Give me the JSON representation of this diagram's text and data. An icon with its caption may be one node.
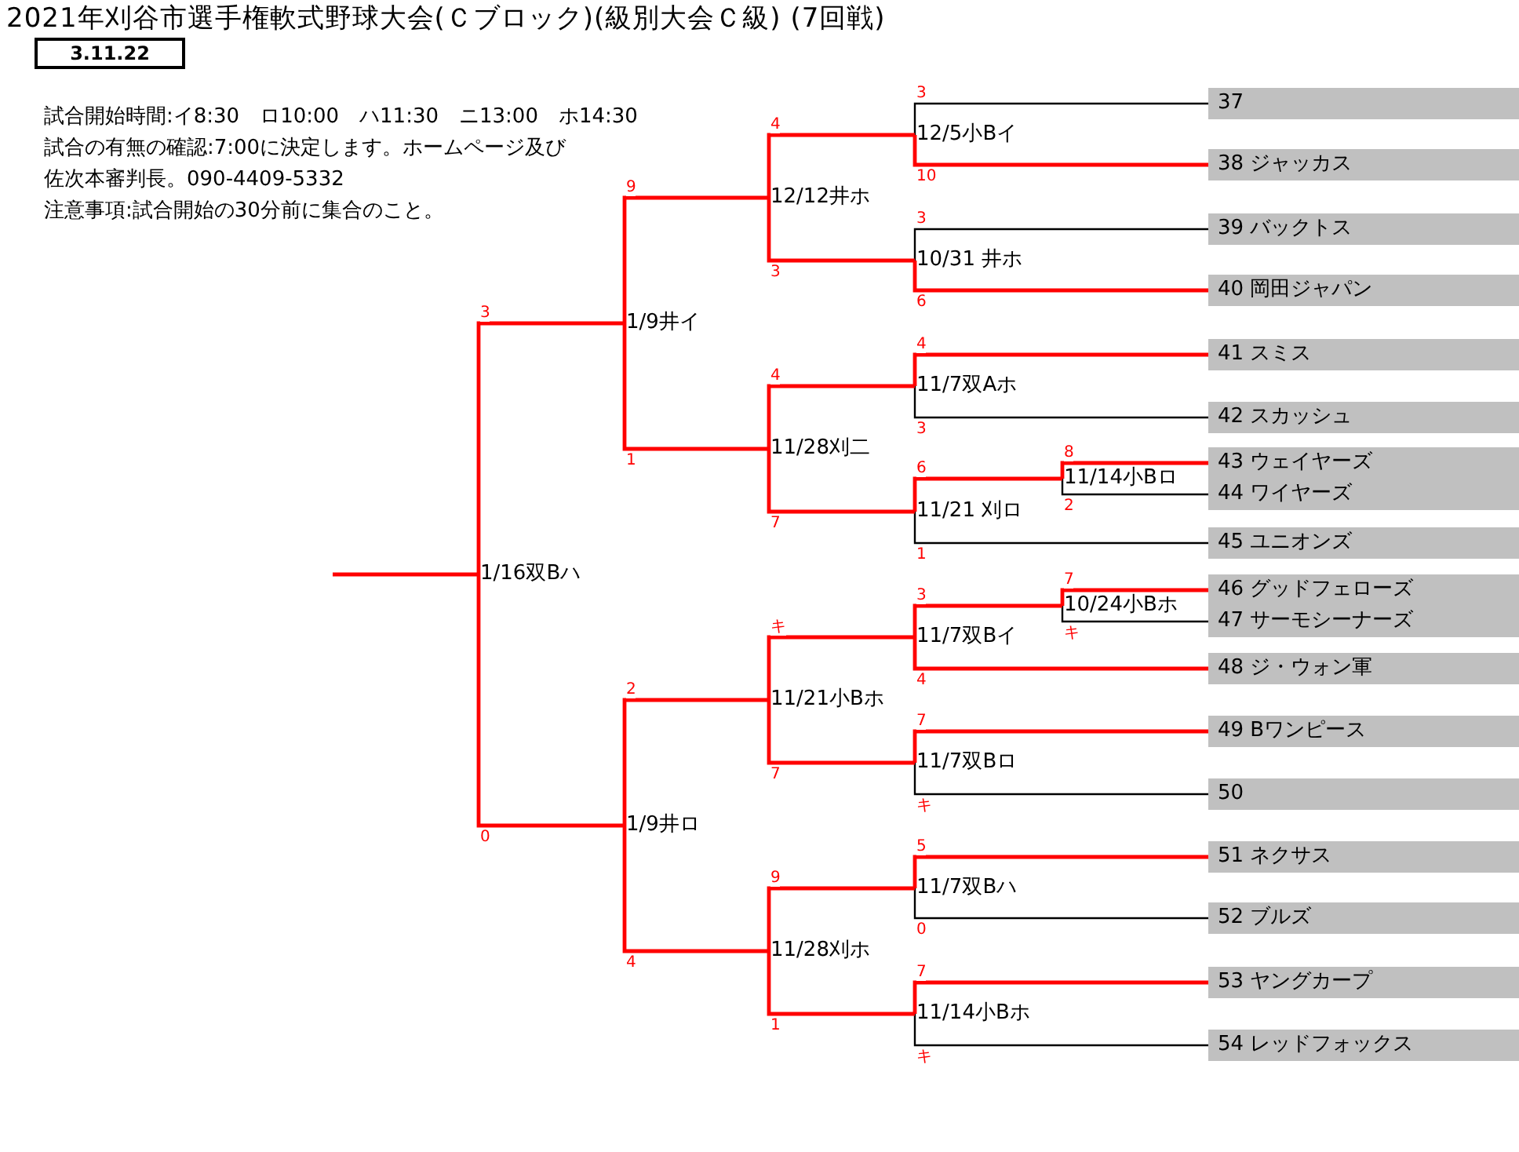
{
  "diagram": {
    "title": "2021年刈谷市選手権軟式野球大会(Ｃブロック)(級別大会Ｃ級) (7回戦)",
    "nodes": [
      {
        "text": [
          "3.11.22"
        ]
      },
      {
        "text": [
          "37"
        ]
      },
      {
        "text": [
          "38 ジャッカス"
        ]
      },
      {
        "text": [
          "39 バックトス"
        ]
      },
      {
        "text": [
          "40 岡田ジャパン"
        ]
      },
      {
        "text": [
          "41 スミス"
        ]
      },
      {
        "text": [
          "42 スカッシュ"
        ]
      },
      {
        "text": [
          "43 ウェイヤーズ"
        ]
      },
      {
        "text": [
          "44 ワイヤーズ"
        ]
      },
      {
        "text": [
          "45 ユニオンズ"
        ]
      },
      {
        "text": [
          "46 グッドフェローズ"
        ]
      },
      {
        "text": [
          "47 サーモシーナーズ"
        ]
      },
      {
        "text": [
          "48 ジ・ウォン軍"
        ]
      },
      {
        "text": [
          "49 Bワンピース"
        ]
      },
      {
        "text": [
          "50"
        ]
      },
      {
        "text": [
          "51 ネクサス"
        ]
      },
      {
        "text": [
          "52 ブルズ"
        ]
      },
      {
        "text": [
          "53 ヤングカープ"
        ]
      },
      {
        "text": [
          "54 レッドフォックス"
        ]
      },
      {
        "text": [
          "12/5小Bイ"
        ]
      },
      {
        "text": [
          "10/31 井ホ"
        ]
      },
      {
        "text": [
          "11/7双Aホ"
        ]
      },
      {
        "text": [
          "11/14小Bロ"
        ]
      },
      {
        "text": [
          "11/21 刈ロ"
        ]
      },
      {
        "text": [
          "10/24小Bホ"
        ]
      },
      {
        "text": [
          "11/7双Bイ"
        ]
      },
      {
        "text": [
          "11/7双Bロ"
        ]
      },
      {
        "text": [
          "11/7双Bハ"
        ]
      },
      {
        "text": [
          "11/14小Bホ"
        ]
      },
      {
        "text": [
          "12/12井ホ"
        ]
      },
      {
        "text": [
          "11/28刈二"
        ]
      },
      {
        "text": [
          "11/21小Bホ"
        ]
      },
      {
        "text": [
          "11/28刈ホ"
        ]
      },
      {
        "text": [
          "1/9井イ"
        ]
      },
      {
        "text": [
          "1/9井ロ"
        ]
      },
      {
        "text": [
          "1/16双Bハ"
        ]
      }
    ],
    "edges": [
      {
        "from": 1,
        "to": 19,
        "arrow": "none",
        "label": "3",
        "color": "#000000"
      },
      {
        "from": 2,
        "to": 19,
        "arrow": "none",
        "label": "10"
      },
      {
        "from": 3,
        "to": 20,
        "arrow": "none",
        "label": "3",
        "color": "#000000"
      },
      {
        "from": 4,
        "to": 20,
        "arrow": "none",
        "label": "6"
      },
      {
        "from": 5,
        "to": 21,
        "arrow": "none",
        "label": "4"
      },
      {
        "from": 6,
        "to": 21,
        "arrow": "none",
        "label": "3",
        "color": "#000000"
      },
      {
        "from": 7,
        "to": 22,
        "arrow": "none",
        "label": "8"
      },
      {
        "from": 8,
        "to": 22,
        "arrow": "none",
        "label": "2",
        "color": "#000000"
      },
      {
        "from": 22,
        "to": 23,
        "arrow": "none",
        "label": "6"
      },
      {
        "from": 9,
        "to": 23,
        "arrow": "none",
        "label": "1",
        "color": "#000000"
      },
      {
        "from": 10,
        "to": 24,
        "arrow": "none",
        "label": "7"
      },
      {
        "from": 11,
        "to": 24,
        "arrow": "none",
        "label": "キ",
        "color": "#000000"
      },
      {
        "from": 24,
        "to": 25,
        "arrow": "none",
        "label": "3"
      },
      {
        "from": 12,
        "to": 25,
        "arrow": "none",
        "label": "4"
      },
      {
        "from": 13,
        "to": 26,
        "arrow": "none",
        "label": "7"
      },
      {
        "from": 14,
        "to": 26,
        "arrow": "none",
        "label": "キ",
        "color": "#000000"
      },
      {
        "from": 15,
        "to": 27,
        "arrow": "none",
        "label": "5"
      },
      {
        "from": 16,
        "to": 27,
        "arrow": "none",
        "label": "0",
        "color": "#000000"
      },
      {
        "from": 17,
        "to": 28,
        "arrow": "none",
        "label": "7"
      },
      {
        "from": 18,
        "to": 28,
        "arrow": "none",
        "label": "キ",
        "color": "#000000"
      },
      {
        "from": 19,
        "to": 29,
        "arrow": "none",
        "label": "4"
      },
      {
        "from": 20,
        "to": 29,
        "arrow": "none",
        "label": "3"
      },
      {
        "from": 21,
        "to": 30,
        "arrow": "none",
        "label": "4"
      },
      {
        "from": 23,
        "to": 30,
        "arrow": "none",
        "label": "7"
      },
      {
        "from": 25,
        "to": 31,
        "arrow": "none",
        "label": "キ"
      },
      {
        "from": 26,
        "to": 31,
        "arrow": "none",
        "label": "7"
      },
      {
        "from": 27,
        "to": 32,
        "arrow": "none",
        "label": "9"
      },
      {
        "from": 28,
        "to": 32,
        "arrow": "none",
        "label": "1"
      },
      {
        "from": 29,
        "to": 33,
        "arrow": "none",
        "label": "9"
      },
      {
        "from": 30,
        "to": 33,
        "arrow": "none",
        "label": "1"
      },
      {
        "from": 31,
        "to": 34,
        "arrow": "none",
        "label": "2"
      },
      {
        "from": 32,
        "to": 34,
        "arrow": "none",
        "label": "4"
      },
      {
        "from": 33,
        "to": 35,
        "arrow": "none",
        "label": "3"
      },
      {
        "from": 34,
        "to": 35,
        "arrow": "none",
        "label": "0"
      },
      {
        "from": 35,
        "to": null,
        "arrow": "none"
      }
    ],
    "labels": [
      "試合開始時間:イ8:30　ロ10:00　ハ11:30　ニ13:00　ホ14:30",
      "試合の有無の確認:7:00に決定します。ホームページ及び",
      "佐次本審判長。090-4409-5332",
      "注意事項:試合開始の30分前に集合のこと。"
    ]
  }
}
